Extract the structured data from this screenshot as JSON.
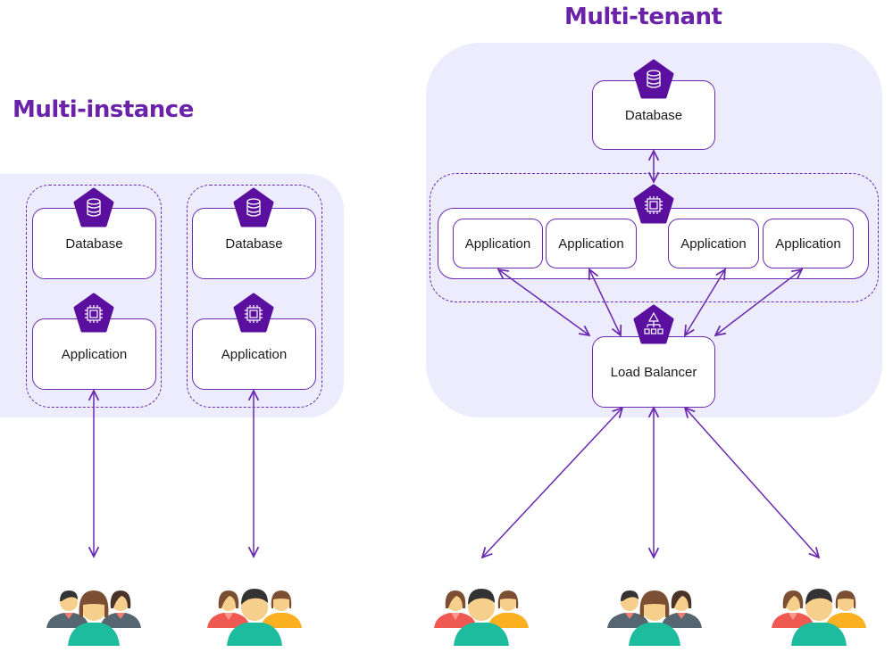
{
  "multi_instance": {
    "title": "Multi-instance",
    "stacks": [
      {
        "database_label": "Database",
        "application_label": "Application"
      },
      {
        "database_label": "Database",
        "application_label": "Application"
      }
    ],
    "user_groups": [
      "users-group-a",
      "users-group-b"
    ]
  },
  "multi_tenant": {
    "title": "Multi-tenant",
    "database_label": "Database",
    "application_labels": [
      "Application",
      "Application",
      "Application",
      "Application"
    ],
    "load_balancer_label": "Load Balancer",
    "user_groups": [
      "users-group-b",
      "users-group-a",
      "users-group-b"
    ]
  },
  "icons": {
    "database": "database-icon",
    "application": "cpu-chip-icon",
    "load_balancer": "load-balancer-icon",
    "users": "user-group-icon"
  },
  "colors": {
    "accent": "#5a0f9e",
    "line": "#6a2ab0",
    "panel": "#ececfd",
    "title": "#6a22a8"
  }
}
